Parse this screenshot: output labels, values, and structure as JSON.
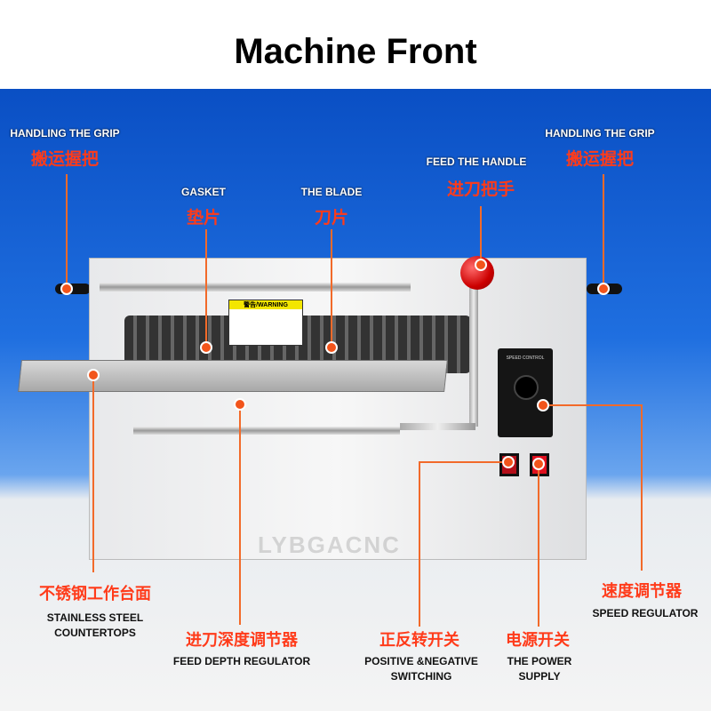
{
  "title": "Machine Front",
  "labels": {
    "grip_left": {
      "en": "HANDLING THE GRIP",
      "cn": "搬运握把"
    },
    "grip_right": {
      "en": "HANDLING THE GRIP",
      "cn": "搬运握把"
    },
    "gasket": {
      "en": "GASKET",
      "cn": "垫片"
    },
    "blade": {
      "en": "THE BLADE",
      "cn": "刀片"
    },
    "feed_handle": {
      "en": "FEED THE HANDLE",
      "cn": "进刀把手"
    },
    "countertop": {
      "cn": "不锈钢工作台面",
      "en1": "STAINLESS STEEL",
      "en2": "COUNTERTOPS"
    },
    "feed_depth": {
      "cn": "进刀深度调节器",
      "en": "FEED DEPTH REGULATOR"
    },
    "switching": {
      "cn": "正反转开关",
      "en1": "POSITIVE &NEGATIVE",
      "en2": "SWITCHING"
    },
    "power": {
      "cn": "电源开关",
      "en1": "THE POWER",
      "en2": "SUPPLY"
    },
    "speed": {
      "cn": "速度调节器",
      "en": "SPEED REGULATOR"
    }
  },
  "machine": {
    "warning": "警告/WARNING",
    "speed_panel": "SPEED CONTROL",
    "watermark": "LYBGACNC"
  },
  "colors": {
    "accent": "#f2541b",
    "background": "#1f6fe0"
  }
}
